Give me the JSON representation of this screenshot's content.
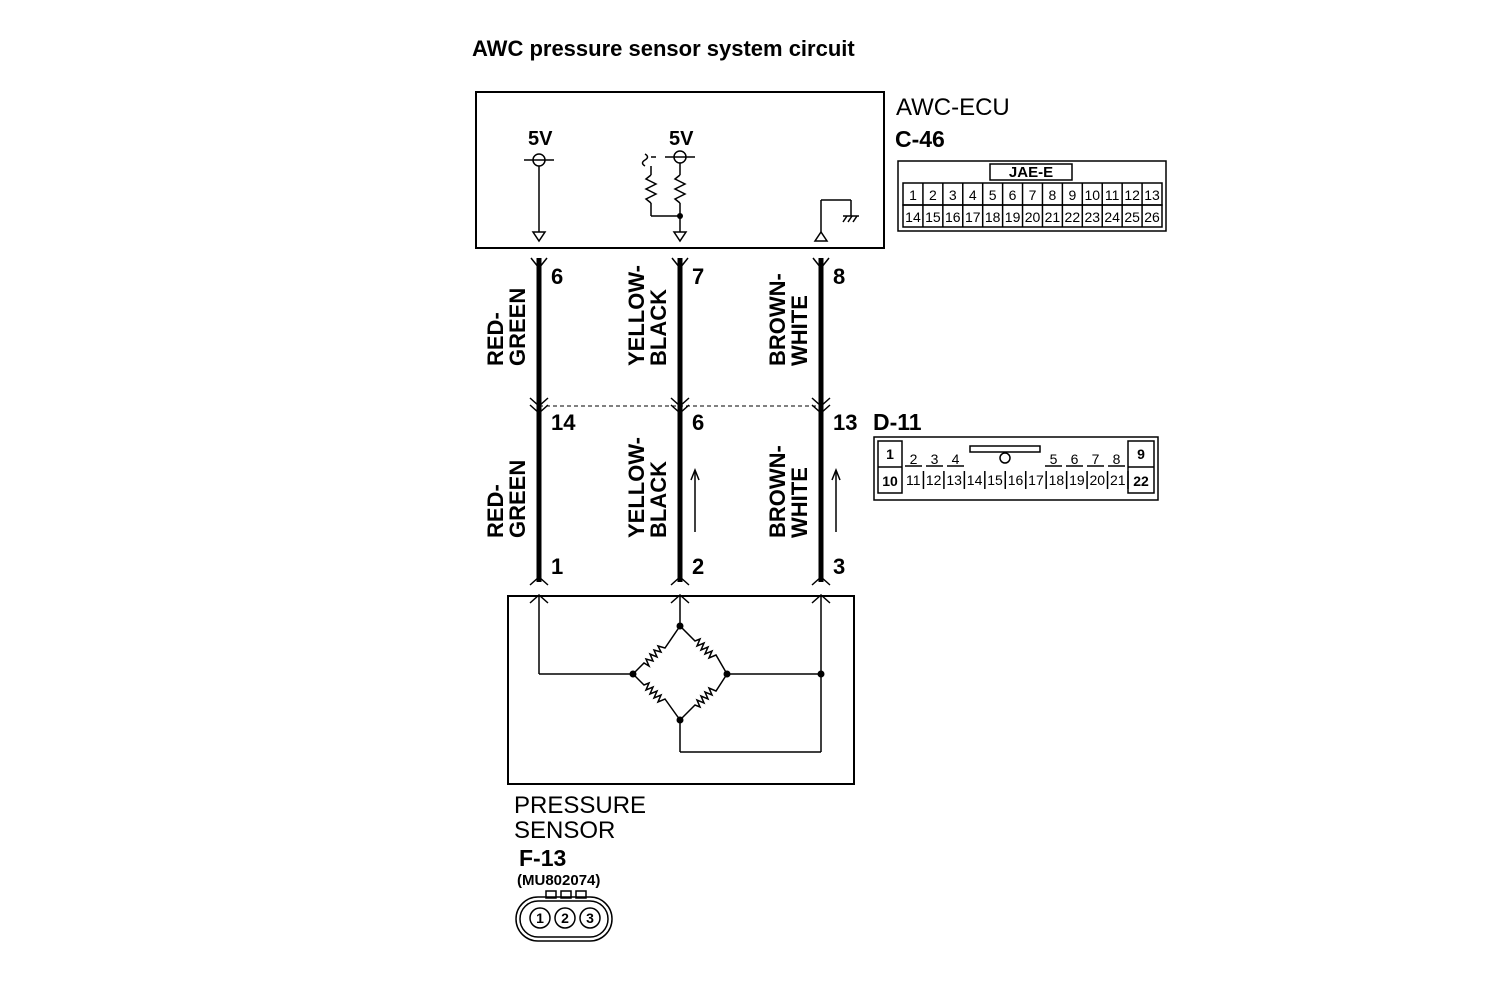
{
  "title": "AWC pressure sensor system circuit",
  "ecu": {
    "name": "AWC-ECU",
    "connector": "C-46",
    "supply_left": "5V",
    "supply_right": "5V",
    "connector_type": "JAE-E",
    "pins_top": [
      "1",
      "2",
      "3",
      "4",
      "5",
      "6",
      "7",
      "8",
      "9",
      "10",
      "11",
      "12",
      "13"
    ],
    "pins_bottom": [
      "14",
      "15",
      "16",
      "17",
      "18",
      "19",
      "20",
      "21",
      "22",
      "23",
      "24",
      "25",
      "26"
    ]
  },
  "wires": [
    {
      "ecu_pin": "6",
      "junction_pin": "14",
      "sensor_pin": "1",
      "color_line1": "RED-",
      "color_line2": "GREEN"
    },
    {
      "ecu_pin": "7",
      "junction_pin": "6",
      "sensor_pin": "2",
      "color_line1": "YELLOW-",
      "color_line2": "BLACK"
    },
    {
      "ecu_pin": "8",
      "junction_pin": "13",
      "sensor_pin": "3",
      "color_line1": "BROWN-",
      "color_line2": "WHITE"
    }
  ],
  "junction": {
    "connector": "D-11",
    "pins_top": [
      "1",
      "2",
      "3",
      "4",
      "5",
      "6",
      "7",
      "8",
      "9"
    ],
    "pins_bottom": [
      "10",
      "11",
      "12",
      "13",
      "14",
      "15",
      "16",
      "17",
      "18",
      "19",
      "20",
      "21",
      "22"
    ]
  },
  "sensor": {
    "name_line1": "PRESSURE",
    "name_line2": "SENSOR",
    "connector": "F-13",
    "part_number": "(MU802074)",
    "pins": [
      "1",
      "2",
      "3"
    ]
  }
}
